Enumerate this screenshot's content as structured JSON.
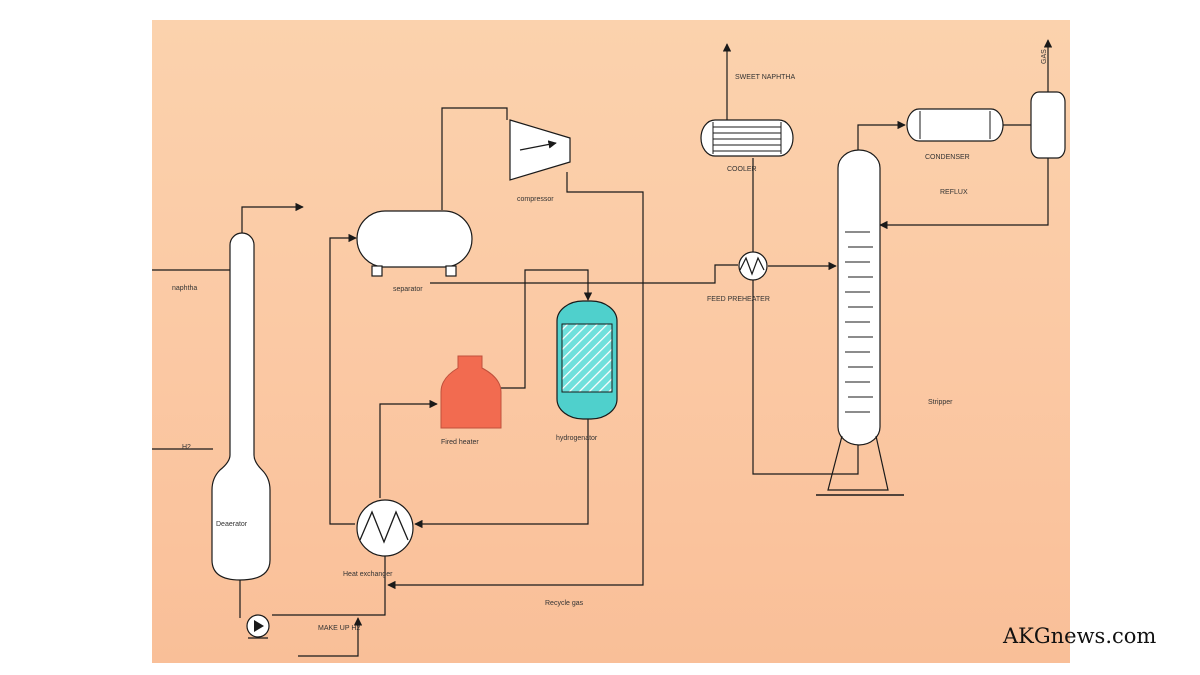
{
  "diagram": {
    "inputs": {
      "naphtha": "naphtha",
      "h2": "H2",
      "makeup_h2": "MAKE UP H2"
    },
    "outputs": {
      "sweet_naphtha": "SWEET NAPHTHA",
      "gas": "GAS"
    },
    "equipment": {
      "deaerator": "Deaerator",
      "separator": "separator",
      "compressor": "compressor",
      "fired_heater": "Fired heater",
      "hydrogenator": "hydrogenator",
      "exchanger": "Heat exchanger",
      "feed_preheater": "FEED PREHEATER",
      "cooler": "COOLER",
      "condenser": "CONDENSER",
      "reflux": "REFLUX",
      "stripper": "Stripper",
      "recycle_gas": "Recycle gas"
    },
    "colors": {
      "background": "#fbd2ad",
      "fired_heater": "#f26b50",
      "hydrogenator": "#4fd0cc"
    }
  },
  "watermark": "AKGnews.com"
}
